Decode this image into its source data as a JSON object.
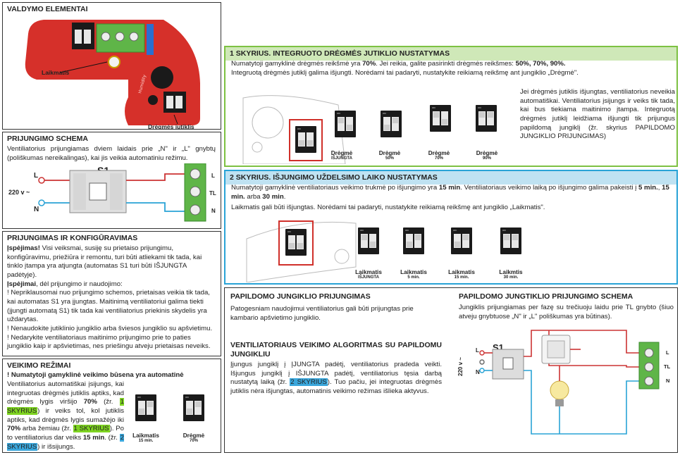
{
  "controls": {
    "title": "VALDYMO ELEMENTAI",
    "timer": "Laikmatis",
    "humidity": "Drėgmės jutiklis",
    "pcb_text": "Humidity"
  },
  "wiring": {
    "title": "PRIJUNGIMO SCHEMA",
    "text": "Ventiliatorius prijungiamas dviem laidais prie „N\" ir „L\" gnybtų (poliškumas nereikalingas), kai jis veikia automatiniu režimu.",
    "breaker": "S1",
    "voltage": "220 v ~",
    "L": "L",
    "N": "N",
    "TL": "TL"
  },
  "config": {
    "title": "PRIJUNGIMAS IR KONFIGŪRAVIMAS",
    "warn1_label": "Įspėjimas!",
    "warn1": " Visi veiksmai, susiję su prietaiso prijungimu, konfigūravimu, priežiūra ir remontu, turi būti atliekami tik tada, kai tinklo įtampa yra atjungta (automatas S1 turi būti IŠJUNGTA padėtyje).",
    "warn2_label": "Įspėjimai",
    "warn2": ", dėl prijungimo ir naudojimo:",
    "l1": "! Nepriklausomai nuo prijungimo schemos, prietaisas veikia tik tada, kai automatas S1 yra įjungtas. Maitinimą ventiliatoriui galima tiekti (įjungti automatą S1) tik tada kai ventiliatorius priekinis skydelis yra uždarytas.",
    "l2": "! Nenaudokite jutiklinio jungiklio arba šviesos jungiklio su apšvietimu.",
    "l3": "! Nedarykite ventiliatoriaus maitinimo prijungimo prie to paties jungiklio kaip ir apšvietimas, nes priešingu atveju prietaisas neveiks."
  },
  "mode": {
    "title": "VEIKIMO REŽIMAI",
    "sub": "! Numatytoji gamyklinė veikimo būsena yra automatinė",
    "t1": "Ventiliatorius automatiškai įsijungs, kai integruotas drėgmės jutiklis aptiks, kad drėgmės lygis viršijo ",
    "v70": "70%",
    "t2": "(žr. ",
    "s1": "1 SKYRIUS",
    "t3": ") ir veiks tol, kol jutiklis aptiks, kad drėgmės lygis sumažėjo iki ",
    "v70b": "70%",
    "t4": " arba žemiau (žr. ",
    "t5": "). Po to ventiliatorius dar veiks ",
    "v15": "15 min",
    "t6": ". (žr. ",
    "s2": "2 SKYRIUS",
    "t7": ") ir išsijungs.",
    "sw1": "Laikmatis",
    "sw1s": "15 min.",
    "sw2": "Drėgmė",
    "sw2s": "70%"
  },
  "s1": {
    "title": "1 SKYRIUS. INTEGRUOTO DRĖGMĖS JUTIKLIO NUSTATYMAS",
    "p1a": "Numatytoji gamyklinė drėgmės reikšmė yra ",
    "p1b": "70%",
    "p1c": ". Jei reikia, galite pasirinkti drėgmės reikšmes: ",
    "p1d": "50%, 70%, 90%.",
    "p2": "Integruotą drėgmės jutiklį galima išjungti. Norėdami tai padaryti, nustatykite reikiamą reikšmę ant jungiklio „Drėgmė\".",
    "side": "Jei drėgmės jutiklis išjungtas, ventiliatorius neveikia automatiškai. Ventiliatorius įsijungs ir veiks tik tada, kai bus tiekiama maitinimo įtampa. Integruotą drėgmės jutiklį leidžiama išjungti tik prijungus papildomą jungiklį (žr. skyrius PAPILDOMO JUNGIKLIO PRIJUNGIMAS)",
    "labels": [
      {
        "a": "Drėgmė",
        "b": "IŠJUNGTA"
      },
      {
        "a": "Drėgmė",
        "b": "50%"
      },
      {
        "a": "Drėgmė",
        "b": "70%"
      },
      {
        "a": "Drėgmė",
        "b": "90%"
      }
    ]
  },
  "s2": {
    "title": "2 SKYRIUS. IŠJUNGIMO UŽDELSIMO LAIKO NUSTATYMAS",
    "p1a": "Numatytoji gamyklinė ventiliatoriaus veikimo trukmė po išjungimo yra ",
    "p1b": "15 min",
    "p1c": ". Ventiliatoriaus veikimo laiką po išjungimo galima pakeisti į ",
    "p1d": "5 min.",
    "p1e": ", ",
    "p1f": "15 min.",
    "p1g": " arba ",
    "p1h": "30 min",
    "p1i": ".",
    "p2": "Laikmatis gali būti išjungtas. Norėdami tai padaryti, nustatykite reikiamą reikšmę ant jungiklio „Laikmatis\".",
    "labels": [
      {
        "a": "Laikmatis",
        "b": "IŠJUNGTA"
      },
      {
        "a": "Laikmatis",
        "b": "5 min."
      },
      {
        "a": "Laikmatis",
        "b": "15 min."
      },
      {
        "a": "Laikmtis",
        "b": "30 min."
      }
    ]
  },
  "extra": {
    "title": "PAPILDOMO JUNGIKLIO PRIJUNGIMAS",
    "p1": "Patogesniam naudojimui ventiliatorius gali būti prijungtas prie kambario apšvietimo jungiklio.",
    "algo": "VENTILIATORIAUS VEIKIMO ALGORITMAS SU PAPILDOMU JUNGIKLIU",
    "p2a": "Įjungus jungiklį į ĮJUNGTA padėtį, ventiliatorius pradeda veikti. Išjungus jungiklį į IŠJUNGTA padėtį, ventiliatorius tęsia darbą nustatytą laiką (žr. ",
    "p2b": "2 SKYRIUS",
    "p2c": "). Tuo pačiu, jei integruotas drėgmės jutiklis nėra išjungtas, automatinis veikimo režimas išlieka aktyvus.",
    "schema_title": "PAPILDOMO JUNGTIKLIO PRIJUNGIMO SCHEMA",
    "schema_text": "Jungiklis prijungiamas per fazę su trečiuoju laidu prie TL gnybto (šiuo atveju gnybtuose „N\" ir „L\" poliškumas yra būtinas).",
    "S1": "S1",
    "voltage": "220 v ~",
    "L": "L",
    "N": "N",
    "TL": "TL"
  }
}
